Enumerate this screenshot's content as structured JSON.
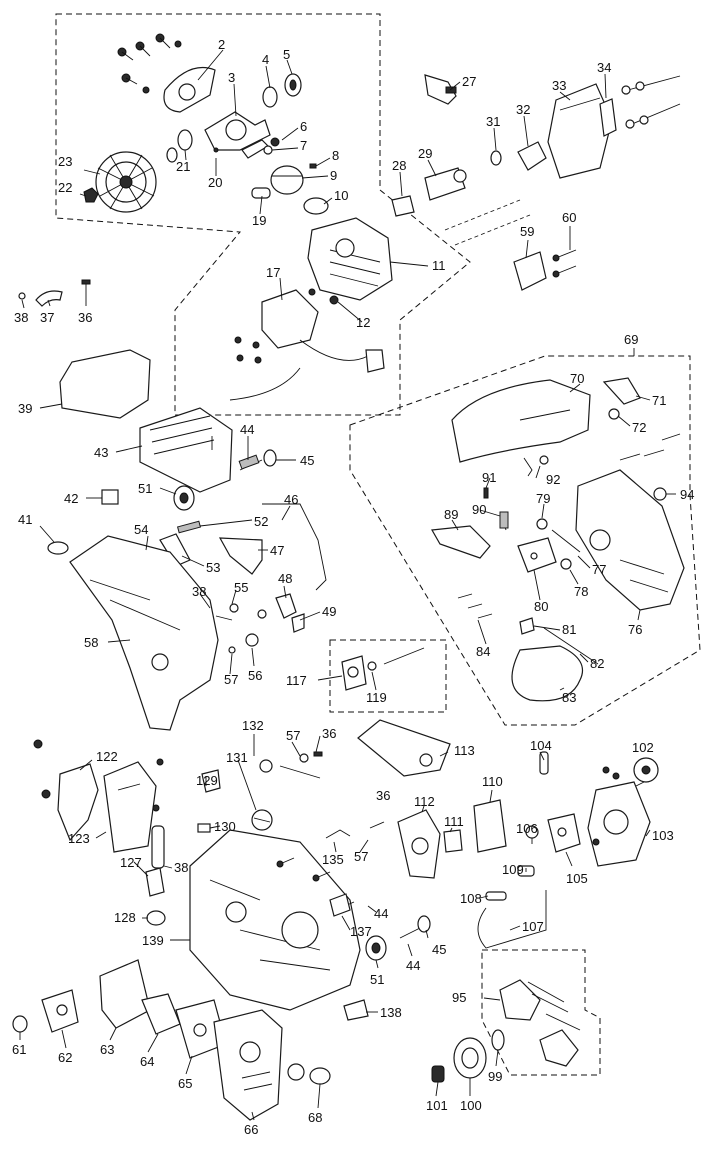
{
  "diagram": {
    "callouts": [
      {
        "id": "c2",
        "text": "2"
      },
      {
        "id": "c3",
        "text": "3"
      },
      {
        "id": "c4",
        "text": "4"
      },
      {
        "id": "c5",
        "text": "5"
      },
      {
        "id": "c6",
        "text": "6"
      },
      {
        "id": "c7",
        "text": "7"
      },
      {
        "id": "c8",
        "text": "8"
      },
      {
        "id": "c9",
        "text": "9"
      },
      {
        "id": "c10",
        "text": "10"
      },
      {
        "id": "c11",
        "text": "11"
      },
      {
        "id": "c12",
        "text": "12"
      },
      {
        "id": "c17",
        "text": "17"
      },
      {
        "id": "c19",
        "text": "19"
      },
      {
        "id": "c20",
        "text": "20"
      },
      {
        "id": "c21",
        "text": "21"
      },
      {
        "id": "c22",
        "text": "22"
      },
      {
        "id": "c23",
        "text": "23"
      },
      {
        "id": "c27",
        "text": "27"
      },
      {
        "id": "c28",
        "text": "28"
      },
      {
        "id": "c29",
        "text": "29"
      },
      {
        "id": "c31",
        "text": "31"
      },
      {
        "id": "c32",
        "text": "32"
      },
      {
        "id": "c33",
        "text": "33"
      },
      {
        "id": "c34",
        "text": "34"
      },
      {
        "id": "c36a",
        "text": "36"
      },
      {
        "id": "c37",
        "text": "37"
      },
      {
        "id": "c38a",
        "text": "38"
      },
      {
        "id": "c39",
        "text": "39"
      },
      {
        "id": "c41",
        "text": "41"
      },
      {
        "id": "c42",
        "text": "42"
      },
      {
        "id": "c43",
        "text": "43"
      },
      {
        "id": "c44a",
        "text": "44"
      },
      {
        "id": "c45a",
        "text": "45"
      },
      {
        "id": "c46",
        "text": "46"
      },
      {
        "id": "c47",
        "text": "47"
      },
      {
        "id": "c48",
        "text": "48"
      },
      {
        "id": "c49",
        "text": "49"
      },
      {
        "id": "c51a",
        "text": "51"
      },
      {
        "id": "c52",
        "text": "52"
      },
      {
        "id": "c53",
        "text": "53"
      },
      {
        "id": "c54",
        "text": "54"
      },
      {
        "id": "c55",
        "text": "55"
      },
      {
        "id": "c56",
        "text": "56"
      },
      {
        "id": "c57a",
        "text": "57"
      },
      {
        "id": "c58",
        "text": "58"
      },
      {
        "id": "c38b",
        "text": "38"
      },
      {
        "id": "c59",
        "text": "59"
      },
      {
        "id": "c60",
        "text": "60"
      },
      {
        "id": "c69",
        "text": "69"
      },
      {
        "id": "c70",
        "text": "70"
      },
      {
        "id": "c71",
        "text": "71"
      },
      {
        "id": "c72",
        "text": "72"
      },
      {
        "id": "c76",
        "text": "76"
      },
      {
        "id": "c77",
        "text": "77"
      },
      {
        "id": "c78",
        "text": "78"
      },
      {
        "id": "c79",
        "text": "79"
      },
      {
        "id": "c80",
        "text": "80"
      },
      {
        "id": "c81",
        "text": "81"
      },
      {
        "id": "c82",
        "text": "82"
      },
      {
        "id": "c83",
        "text": "83"
      },
      {
        "id": "c84",
        "text": "84"
      },
      {
        "id": "c89",
        "text": "89"
      },
      {
        "id": "c90",
        "text": "90"
      },
      {
        "id": "c91",
        "text": "91"
      },
      {
        "id": "c92",
        "text": "92"
      },
      {
        "id": "c94",
        "text": "94"
      },
      {
        "id": "c117",
        "text": "117"
      },
      {
        "id": "c119",
        "text": "119"
      },
      {
        "id": "c122",
        "text": "122"
      },
      {
        "id": "c123",
        "text": "123"
      },
      {
        "id": "c132",
        "text": "132"
      },
      {
        "id": "c57b",
        "text": "57"
      },
      {
        "id": "c36b",
        "text": "36"
      },
      {
        "id": "c131",
        "text": "131"
      },
      {
        "id": "c129",
        "text": "129"
      },
      {
        "id": "c130",
        "text": "130"
      },
      {
        "id": "c113",
        "text": "113"
      },
      {
        "id": "c104",
        "text": "104"
      },
      {
        "id": "c102",
        "text": "102"
      },
      {
        "id": "c36c",
        "text": "36"
      },
      {
        "id": "c110",
        "text": "110"
      },
      {
        "id": "c112",
        "text": "112"
      },
      {
        "id": "c111",
        "text": "111"
      },
      {
        "id": "c106",
        "text": "106"
      },
      {
        "id": "c103",
        "text": "103"
      },
      {
        "id": "c57c",
        "text": "57"
      },
      {
        "id": "c135",
        "text": "135"
      },
      {
        "id": "c127",
        "text": "127"
      },
      {
        "id": "c38c",
        "text": "38"
      },
      {
        "id": "c109",
        "text": "109"
      },
      {
        "id": "c105",
        "text": "105"
      },
      {
        "id": "c108",
        "text": "108"
      },
      {
        "id": "c107",
        "text": "107"
      },
      {
        "id": "c128",
        "text": "128"
      },
      {
        "id": "c44b",
        "text": "44"
      },
      {
        "id": "c139",
        "text": "139"
      },
      {
        "id": "c137",
        "text": "137"
      },
      {
        "id": "c45b",
        "text": "45"
      },
      {
        "id": "c51b",
        "text": "51"
      },
      {
        "id": "c44c",
        "text": "44"
      },
      {
        "id": "c95",
        "text": "95"
      },
      {
        "id": "c138",
        "text": "138"
      },
      {
        "id": "c61",
        "text": "61"
      },
      {
        "id": "c62",
        "text": "62"
      },
      {
        "id": "c63",
        "text": "63"
      },
      {
        "id": "c64",
        "text": "64"
      },
      {
        "id": "c65",
        "text": "65"
      },
      {
        "id": "c99",
        "text": "99"
      },
      {
        "id": "c101",
        "text": "101"
      },
      {
        "id": "c100",
        "text": "100"
      },
      {
        "id": "c66",
        "text": "66"
      },
      {
        "id": "c68",
        "text": "68"
      }
    ]
  }
}
